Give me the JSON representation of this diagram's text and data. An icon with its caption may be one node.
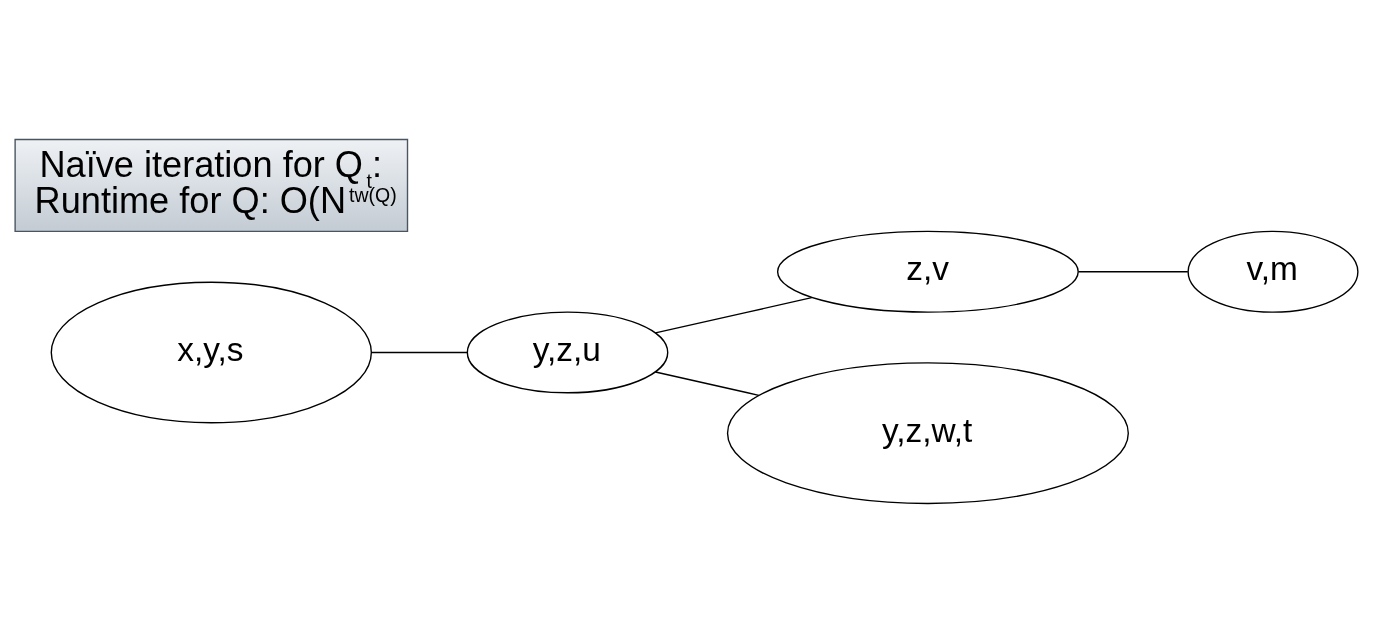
{
  "diagram": {
    "nodes": [
      {
        "text": [
          "x,y,s"
        ]
      },
      {
        "text": [
          "y,z,u"
        ]
      },
      {
        "text": [
          "z,v"
        ]
      },
      {
        "text": [
          "v,m"
        ]
      },
      {
        "text": [
          "y,z,w,t"
        ]
      },
      {
        "text": [
          "Naïve iteration for Q$_{t}$:",
          "Runtime for Q: O(N$^{tw(Q)}$"
        ]
      }
    ],
    "edges": [
      {
        "from": 0,
        "to": 1,
        "arrow": "none"
      },
      {
        "from": 1,
        "to": 2,
        "arrow": "none"
      },
      {
        "from": 2,
        "to": 3,
        "arrow": "none"
      },
      {
        "from": 1,
        "to": 4,
        "arrow": "none"
      }
    ]
  }
}
